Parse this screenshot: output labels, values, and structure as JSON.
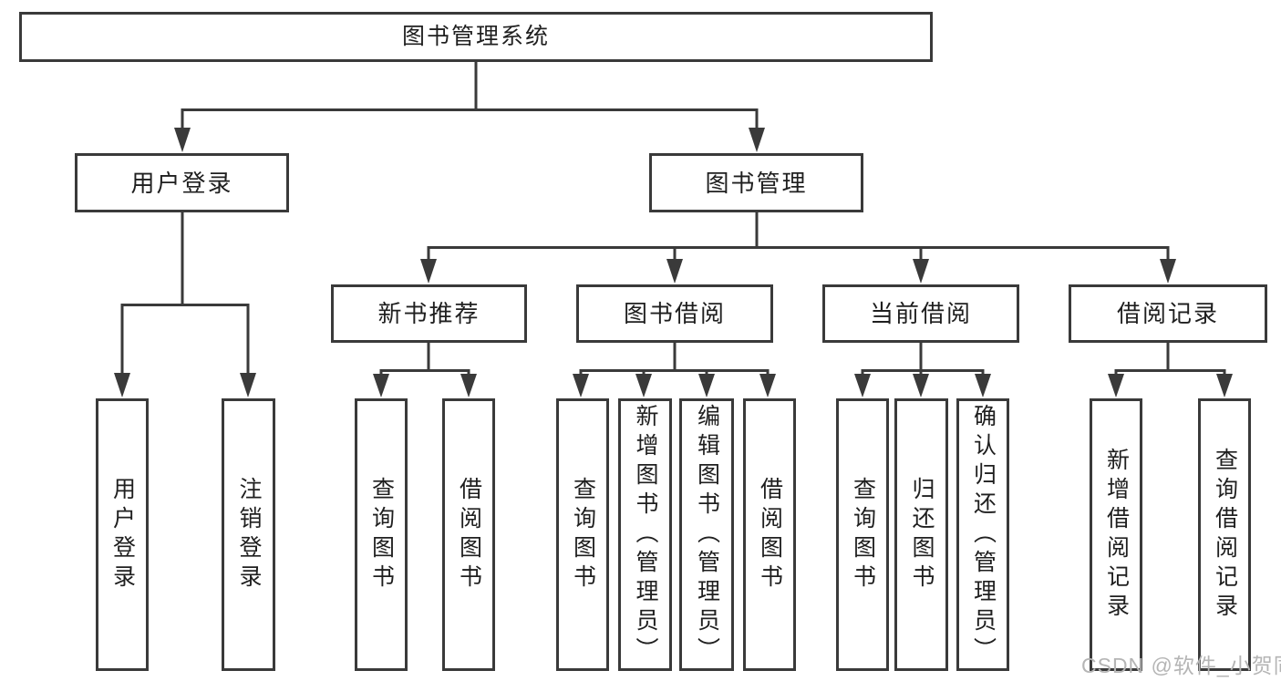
{
  "diagram": {
    "title": "图书管理系统",
    "level2": {
      "user_login": "用户登录",
      "book_mgmt": "图书管理"
    },
    "level3": {
      "new_books": "新书推荐",
      "book_borrow": "图书借阅",
      "current_borrow": "当前借阅",
      "borrow_records": "借阅记录"
    },
    "leaves": {
      "user_login": "用户登录",
      "logout": "注销登录",
      "nb_query_book": "查询图书",
      "nb_borrow_book": "借阅图书",
      "bb_query_book": "查询图书",
      "bb_add_book": "新增图书（管理员）",
      "bb_edit_book": "编辑图书（管理员）",
      "bb_borrow_book": "借阅图书",
      "cb_query_book": "查询图书",
      "cb_return_book": "归还图书",
      "cb_confirm_return": "确认归还（管理员）",
      "br_add_record": "新增借阅记录",
      "br_query_record": "查询借阅记录"
    }
  },
  "watermark": "CSDN @软件_小贺同学",
  "colors": {
    "line": "#3a3a3a",
    "text": "#1f1f1f",
    "watermark": "#b5b5b5",
    "background": "#ffffff"
  }
}
